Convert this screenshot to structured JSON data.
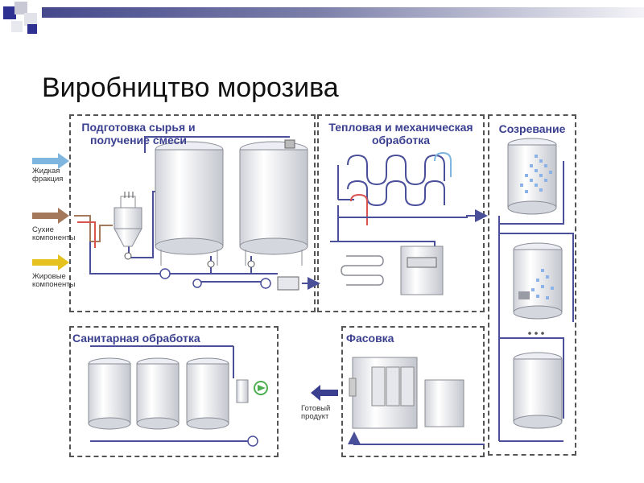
{
  "title": "Виробництво морозива",
  "sections": {
    "prep": "Подготовка сырья и получение смеси",
    "thermal": "Тепловая и механическая обработка",
    "aging": "Созревание",
    "sanitary": "Санитарная обработка",
    "packing": "Фасовка"
  },
  "inputs": [
    {
      "label": "Жидкая фракция",
      "color": "#7fb6e0"
    },
    {
      "label": "Сухие компоненты",
      "color": "#a4785a"
    },
    {
      "label": "Жировые компоненты",
      "color": "#e6c21e"
    }
  ],
  "output": {
    "label": "Готовый продукт",
    "color": "#3a3f8f"
  },
  "colors": {
    "pipe": "#4a4f9a",
    "accent": "#3a3f8f",
    "header_bar": "#4b4f8f"
  }
}
